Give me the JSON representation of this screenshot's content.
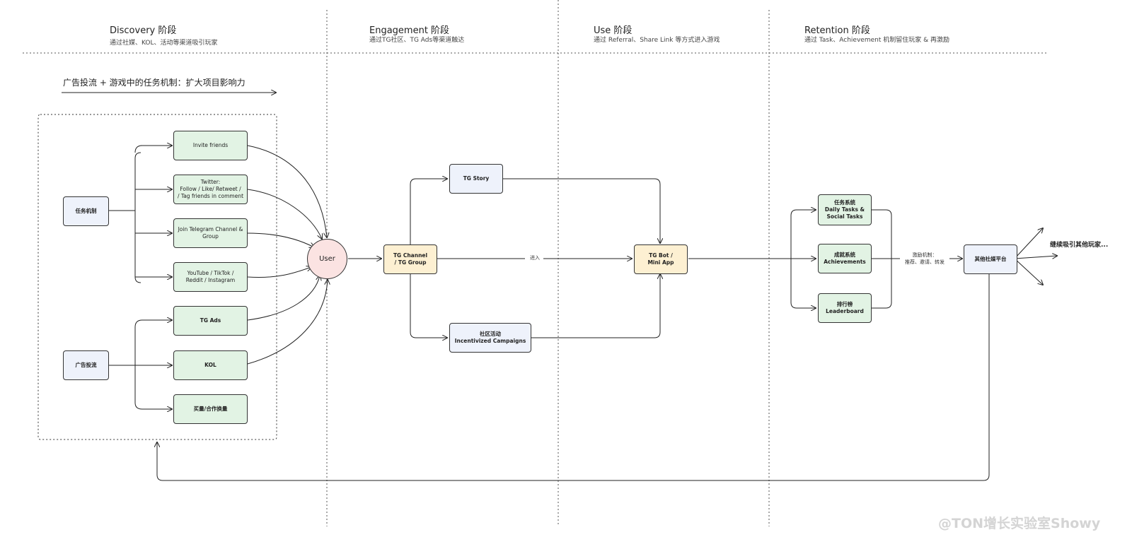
{
  "stages": [
    {
      "title": "Discovery 阶段",
      "subtitle": "通过社媒、KOL、活动等渠道吸引玩家"
    },
    {
      "title": "Engagement 阶段",
      "subtitle": "通过TG社区、TG Ads等渠道触达"
    },
    {
      "title": "Use 阶段",
      "subtitle": "通过 Referral、Share Link 等方式进入游戏"
    },
    {
      "title": "Retention 阶段",
      "subtitle": "通过 Task、Achievement 机制留住玩家 & 再激励"
    }
  ],
  "banner": "广告投流 + 游戏中的任务机制：扩大项目影响力",
  "groups": {
    "task": "任务机制",
    "ads": "广告投流"
  },
  "task_channels": [
    "Invite friends",
    "Twitter:\nFollow / Like/ Retweet /\n/ Tag friends in comment",
    "Join Telegram Channel &\nGroup",
    "YouTube / TikTok /\nReddit / Instagram"
  ],
  "ad_channels": [
    "TG Ads",
    "KOL",
    "买量/合作换量"
  ],
  "user": "User",
  "engagement": {
    "tg_channel": "TG Channel\n/  TG Group",
    "tg_story": "TG Story",
    "campaigns": "社区活动\nIncentivized Campaigns",
    "enter_label": "进入"
  },
  "use": {
    "tg_bot": "TG Bot /\nMini App"
  },
  "retention": {
    "items": [
      "任务系统\nDaily Tasks &\nSocial Tasks",
      "成就系统\nAchievements",
      "排行榜\nLeaderboard"
    ],
    "incentive_label": "激励机制：\n推荐、邀请、转发",
    "platform": "其他社媒平台",
    "outcome": "继续吸引其他玩家..."
  },
  "watermark": "@TON增长实验室Showy"
}
